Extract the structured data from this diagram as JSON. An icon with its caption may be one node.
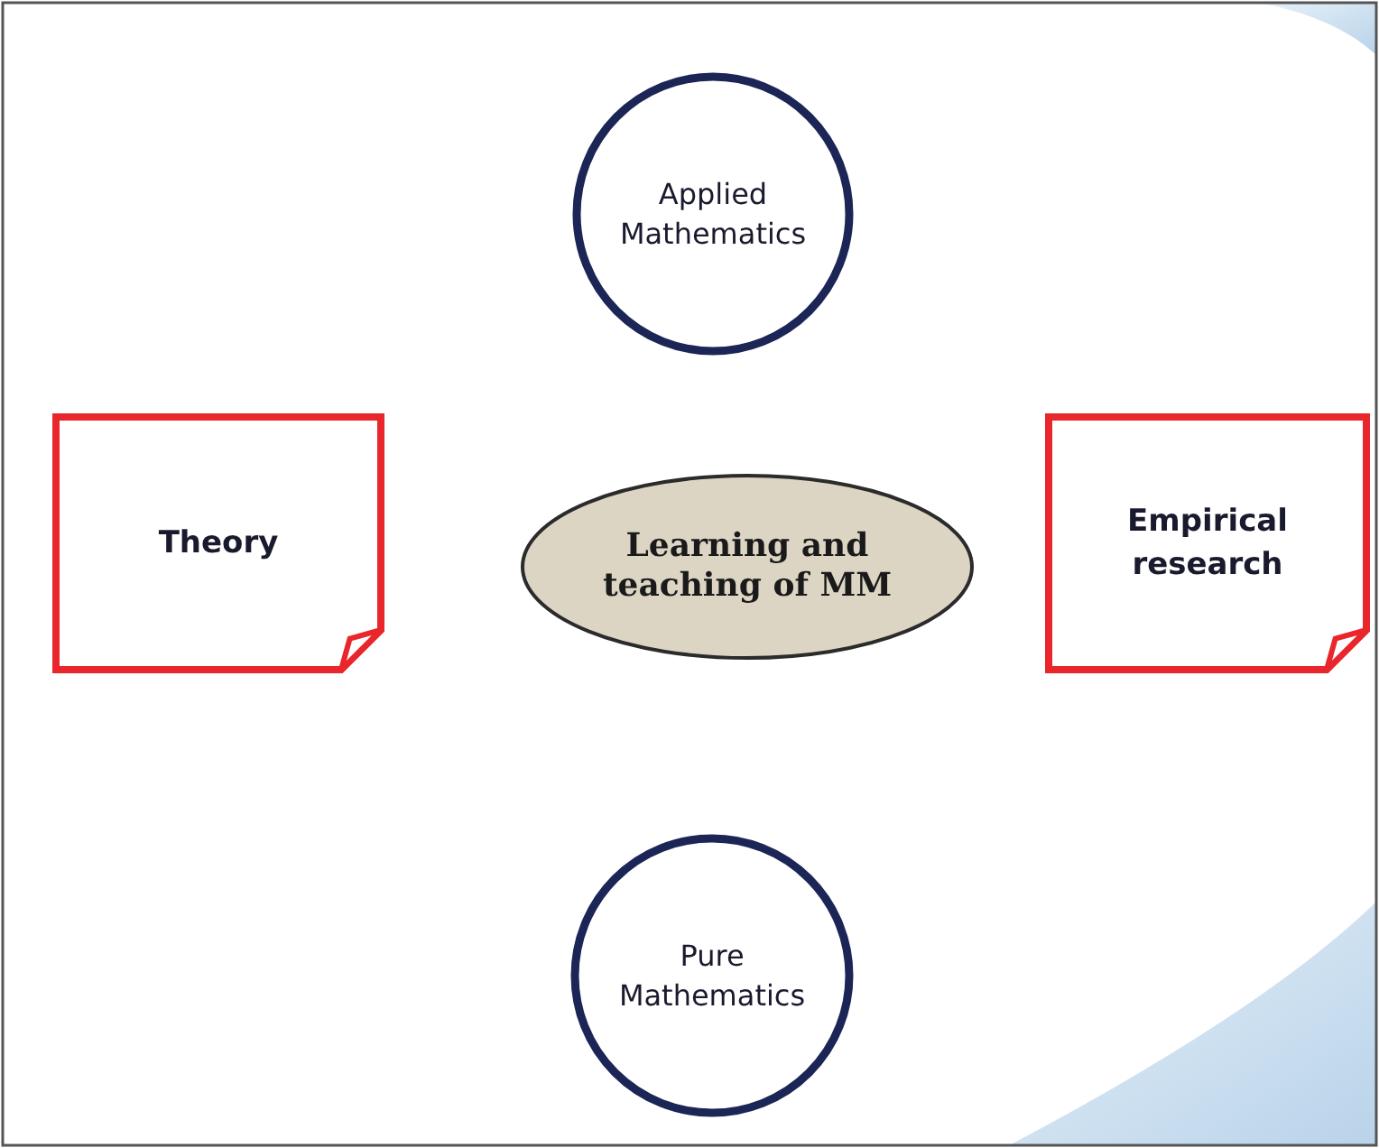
{
  "diagram": {
    "nodes": [
      {
        "text": [
          "Applied Mathematics"
        ]
      },
      {
        "text": [
          "Theory"
        ]
      },
      {
        "text": [
          "Learning and teaching of MM"
        ]
      },
      {
        "text": [
          "Empirical research"
        ]
      },
      {
        "text": [
          "Pure Mathematics"
        ]
      }
    ]
  }
}
